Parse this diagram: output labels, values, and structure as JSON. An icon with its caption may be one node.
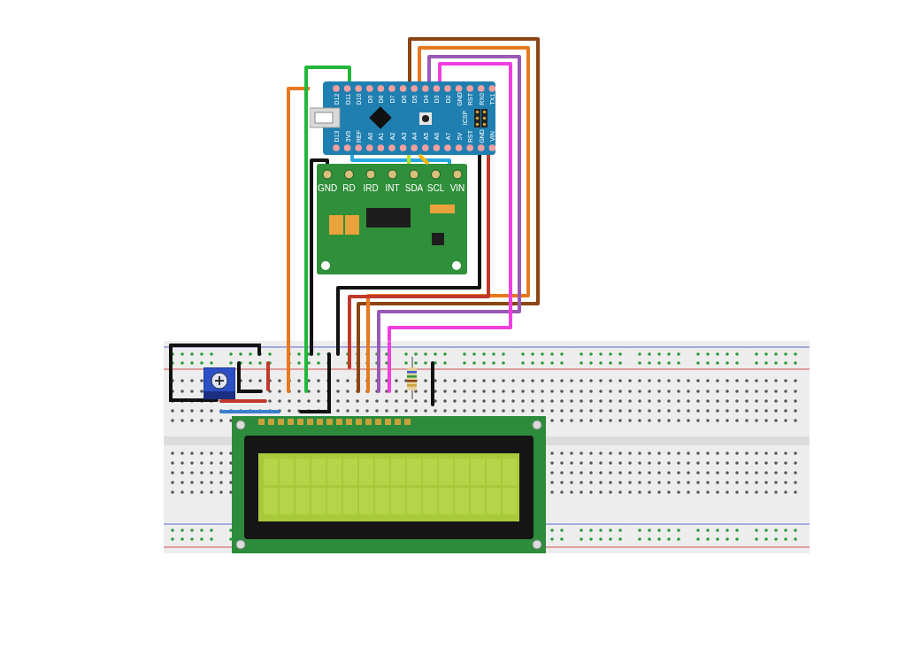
{
  "diagram": {
    "nodes": [
      {
        "text": [],
        "shape": "picture"
      },
      {
        "text": [],
        "shape": "picture"
      },
      {
        "text": [],
        "shape": "picture"
      },
      {
        "text": [],
        "shape": "picture",
        "in": 2
      },
      {
        "text": [],
        "shape": "picture",
        "in": 2
      },
      {
        "text": [],
        "shape": "picture",
        "in": 2
      }
    ],
    "edges": [
      {
        "from": 0,
        "to": 1,
        "arrow": "none",
        "color": "#29a8e0"
      },
      {
        "from": 0,
        "to": 1,
        "arrow": "none",
        "color": "#b5e61d"
      },
      {
        "from": 0,
        "to": 1,
        "arrow": "none",
        "color": "#f7b500"
      },
      {
        "from": 1,
        "to": 2,
        "arrow": "none",
        "color": "#111111"
      },
      {
        "from": 0,
        "to": 2,
        "arrow": "none",
        "color": "#e8781e"
      },
      {
        "from": 0,
        "to": 2,
        "arrow": "none",
        "color": "#22b73a"
      },
      {
        "from": 0,
        "to": 2,
        "arrow": "none",
        "color": "#8b4513"
      },
      {
        "from": 0,
        "to": 2,
        "arrow": "none",
        "color": "#e8781e"
      },
      {
        "from": 0,
        "to": 2,
        "arrow": "none",
        "color": "#9b59b6"
      },
      {
        "from": 0,
        "to": 2,
        "arrow": "none",
        "color": "#f03ee0"
      },
      {
        "from": 0,
        "to": 2,
        "arrow": "none",
        "color": "#111111"
      },
      {
        "from": 0,
        "to": 2,
        "arrow": "none",
        "color": "#c0392b"
      }
    ],
    "labels": [
      "D12",
      "D11",
      "D10",
      "D9",
      "D8",
      "D7",
      "D6",
      "D5",
      "D4",
      "D3",
      "D2",
      "GND",
      "RST",
      "RX0",
      "TX1",
      "ICSP",
      "D13",
      "3V3",
      "REF",
      "A0",
      "A1",
      "A2",
      "A3",
      "A4",
      "A5",
      "A6",
      "A7",
      "5V",
      "RST",
      "GND",
      "VIN",
      "GND",
      "RD",
      "IRD",
      "INT",
      "SDA",
      "SCL",
      "VIN"
    ]
  }
}
